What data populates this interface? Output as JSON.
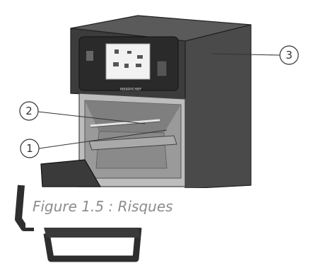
{
  "figure": {
    "caption": "Figure 1.5 : Risques",
    "brand": "MERRYCHEF",
    "callouts": [
      "1",
      "2",
      "3"
    ]
  }
}
